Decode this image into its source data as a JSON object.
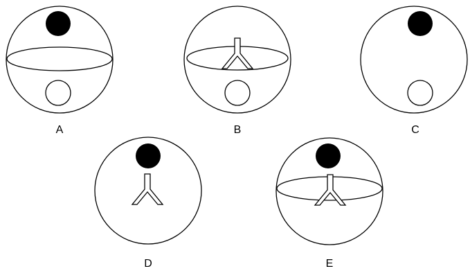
{
  "figures": [
    {
      "label": "A",
      "has_black_dot": true,
      "has_ellipse": true,
      "has_y_shape": false,
      "has_white_circle": true
    },
    {
      "label": "B",
      "has_black_dot": false,
      "has_ellipse": true,
      "has_y_shape": true,
      "has_white_circle": true
    },
    {
      "label": "C",
      "has_black_dot": true,
      "has_ellipse": false,
      "has_y_shape": false,
      "has_white_circle": true
    },
    {
      "label": "D",
      "has_black_dot": true,
      "has_ellipse": false,
      "has_y_shape": true,
      "has_white_circle": false
    },
    {
      "label": "E",
      "has_black_dot": true,
      "has_ellipse": true,
      "has_y_shape": true,
      "has_white_circle": false
    }
  ]
}
